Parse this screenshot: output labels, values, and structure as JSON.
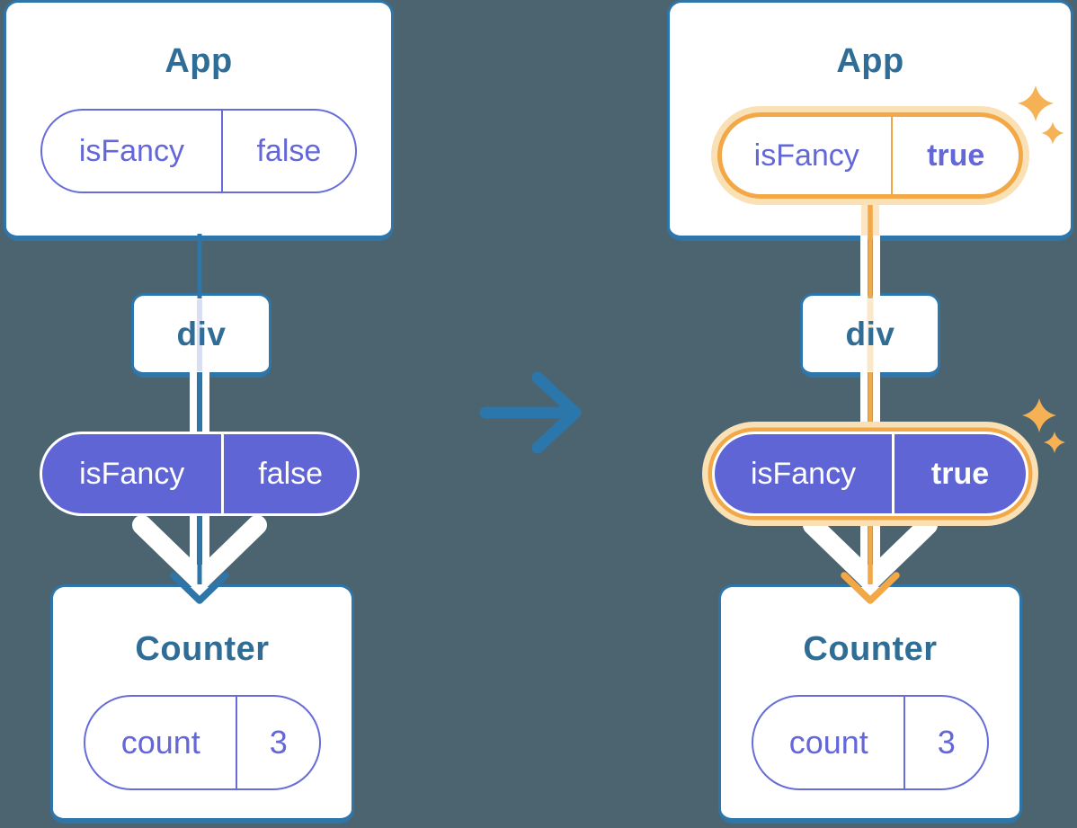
{
  "palette": {
    "background": "#4C646F",
    "box_border": "#2E76A9",
    "title_text": "#2F6D96",
    "purple_outline": "#676CD8",
    "purple_text": "#6367D8",
    "purple_fill": "#6065D6",
    "line_blue": "#2E76A9",
    "periwinkle_line": "#D9DEF3",
    "orange": "#F2A846",
    "orange_pale": "#FAE0B5",
    "cream_line": "#FBE8CB",
    "sparkle": "#F6B155",
    "arrow_blue": "#2B76AB"
  },
  "left_tree": {
    "app_box": {
      "title": "App",
      "pill": {
        "key": "isFancy",
        "value": "false"
      }
    },
    "div_box": {
      "label": "div"
    },
    "prop_pill": {
      "key": "isFancy",
      "value": "false"
    },
    "counter_box": {
      "title": "Counter",
      "pill": {
        "key": "count",
        "value": "3"
      }
    }
  },
  "right_tree": {
    "app_box": {
      "title": "App",
      "pill": {
        "key": "isFancy",
        "value": "true"
      }
    },
    "div_box": {
      "label": "div"
    },
    "prop_pill": {
      "key": "isFancy",
      "value": "true"
    },
    "counter_box": {
      "title": "Counter",
      "pill": {
        "key": "count",
        "value": "3"
      }
    }
  },
  "icons": {
    "transition_arrow": "arrow-right",
    "sparkles": "four-pointed-star"
  }
}
